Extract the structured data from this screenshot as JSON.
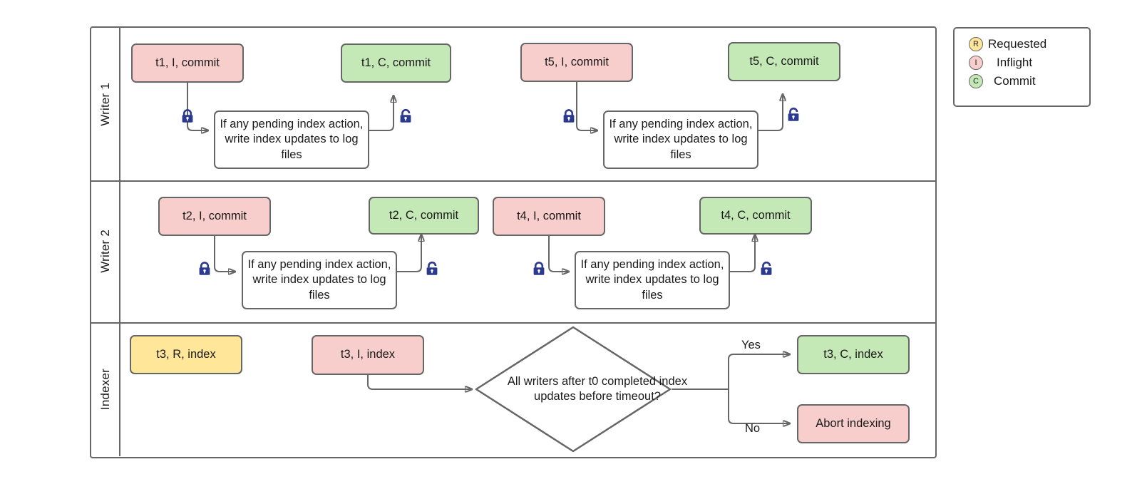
{
  "diagram": {
    "title": "Writer / Indexer swimlane flow",
    "colors": {
      "pink": "#f8cecc",
      "green": "#c5e8b7",
      "yellow": "#ffe699",
      "stroke": "#666666",
      "lock": "#2b3a8f"
    }
  },
  "lanes": [
    {
      "label": "Writer 1"
    },
    {
      "label": "Writer 2"
    },
    {
      "label": "Indexer"
    }
  ],
  "writer1": {
    "t1_inflight": "t1, I, commit",
    "t1_commit": "t1, C, commit",
    "t1_process": "If any pending index action, write index updates to log files",
    "t5_inflight": "t5, I, commit",
    "t5_commit": "t5, C, commit",
    "t5_process": "If any pending index action, write index updates to log files"
  },
  "writer2": {
    "t2_inflight": "t2, I, commit",
    "t2_commit": "t2, C, commit",
    "t2_process": "If any pending index action, write index updates to log files",
    "t4_inflight": "t4, I, commit",
    "t4_commit": "t4, C, commit",
    "t4_process": "If any pending index action, write index updates to log files"
  },
  "indexer": {
    "t3_requested": "t3, R, index",
    "t3_inflight": "t3, I, index",
    "decision": "All writers after t0 completed index updates before timeout?",
    "yes_label": "Yes",
    "no_label": "No",
    "t3_commit": "t3, C, index",
    "abort": "Abort indexing"
  },
  "legend": {
    "items": [
      {
        "badge": "R",
        "label": "Requested",
        "color": "#ffe699"
      },
      {
        "badge": "I",
        "label": "Inflight",
        "color": "#f8cecc"
      },
      {
        "badge": "C",
        "label": "Commit",
        "color": "#c5e8b7"
      }
    ]
  },
  "icons": {
    "lock_closed": "lock-closed-icon",
    "lock_open": "lock-open-icon"
  }
}
